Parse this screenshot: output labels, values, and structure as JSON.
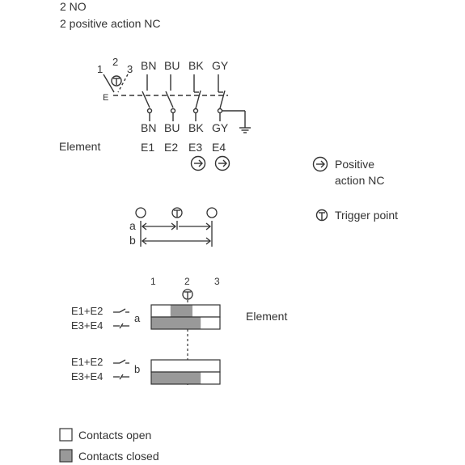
{
  "header": {
    "line1": "2 NO",
    "line2": "2 positive action NC"
  },
  "wiring": {
    "positions": [
      "1",
      "2",
      "3"
    ],
    "wire_colors_top": [
      "BN",
      "BU",
      "BK",
      "GY"
    ],
    "wire_colors_bottom": [
      "BN",
      "BU",
      "BK",
      "GY"
    ],
    "element_label": "Element",
    "elements": [
      "E1",
      "E2",
      "E3",
      "E4"
    ]
  },
  "legend": {
    "positive_action_nc": "Positive action NC",
    "trigger_point": "Trigger point",
    "contacts_open": "Contacts open",
    "contacts_closed": "Contacts closed"
  },
  "travel": {
    "label_a": "a",
    "label_b": "b"
  },
  "timing": {
    "positions": [
      "1",
      "2",
      "3"
    ],
    "element_label": "Element",
    "rows": [
      {
        "group": "a",
        "label": "E1+E2",
        "closed_segments": [
          [
            0.28,
            0.6
          ]
        ]
      },
      {
        "group": "a",
        "label": "E3+E4",
        "closed_segments": [
          [
            0,
            0.72
          ]
        ]
      },
      {
        "group": "b",
        "label": "E1+E2",
        "closed_segments": []
      },
      {
        "group": "b",
        "label": "E3+E4",
        "closed_segments": [
          [
            0,
            0.72
          ]
        ]
      }
    ]
  },
  "colors": {
    "line": "#333333",
    "closed_fill": "#999999",
    "open_fill": "#ffffff"
  }
}
